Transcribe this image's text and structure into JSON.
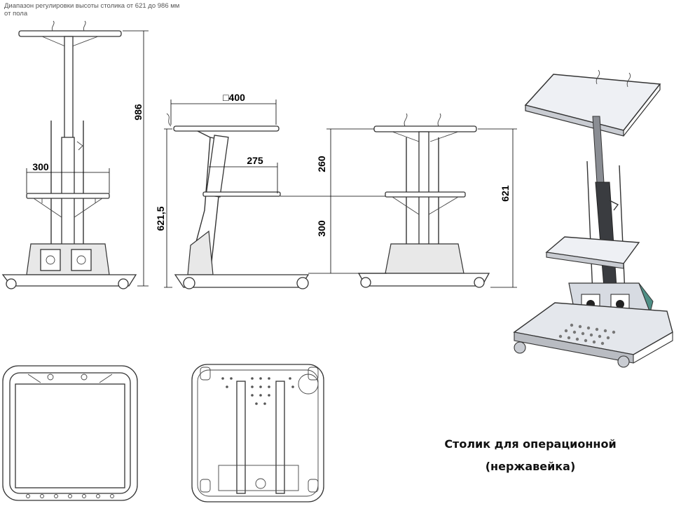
{
  "note": {
    "line1": "Диапазон регулировки высоты столика от 621 до 986 мм",
    "line2": "от пола"
  },
  "dimensions": {
    "front_height": "986",
    "front_width": "300",
    "side_top": "□400",
    "side_shelf": "275",
    "side_height": "621,5",
    "back_upper": "260",
    "back_lower": "300",
    "back_total": "621"
  },
  "caption": {
    "line1": "Столик для операционной",
    "line2": "(нержавейка)"
  }
}
